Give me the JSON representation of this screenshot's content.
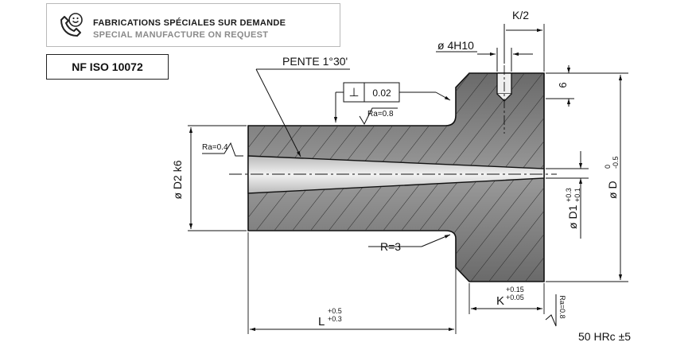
{
  "banner": {
    "line_fr": "FABRICATIONS SPÉCIALES SUR DEMANDE",
    "line_en": "SPECIAL MANUFACTURE ON REQUEST",
    "icon": "phone-smiley-icon"
  },
  "standard": "NF ISO 10072",
  "drawing": {
    "taper": "PENTE 1°30'",
    "perp_symbol": "⊥",
    "perp_value": "0.02",
    "ra_top": "Ra=0.8",
    "ra_bore": "Ra=0.4",
    "ra_face": "Ra=0.8",
    "hole": "ø 4H10",
    "k_half": "K/2",
    "depth": "6",
    "d2": "ø D2 k6",
    "d1": "ø D1",
    "d1_tol_upper": "+0.3",
    "d1_tol_lower": "+0.1",
    "d": "ø D",
    "d_tol_upper": "0",
    "d_tol_lower": "-0.5",
    "radius": "R=3",
    "l": "L",
    "l_tol_upper": "+0.5",
    "l_tol_lower": "+0.3",
    "k": "K",
    "k_tol_upper": "+0.15",
    "k_tol_lower": "+0.05",
    "hardness": "50 HRc ±5"
  }
}
